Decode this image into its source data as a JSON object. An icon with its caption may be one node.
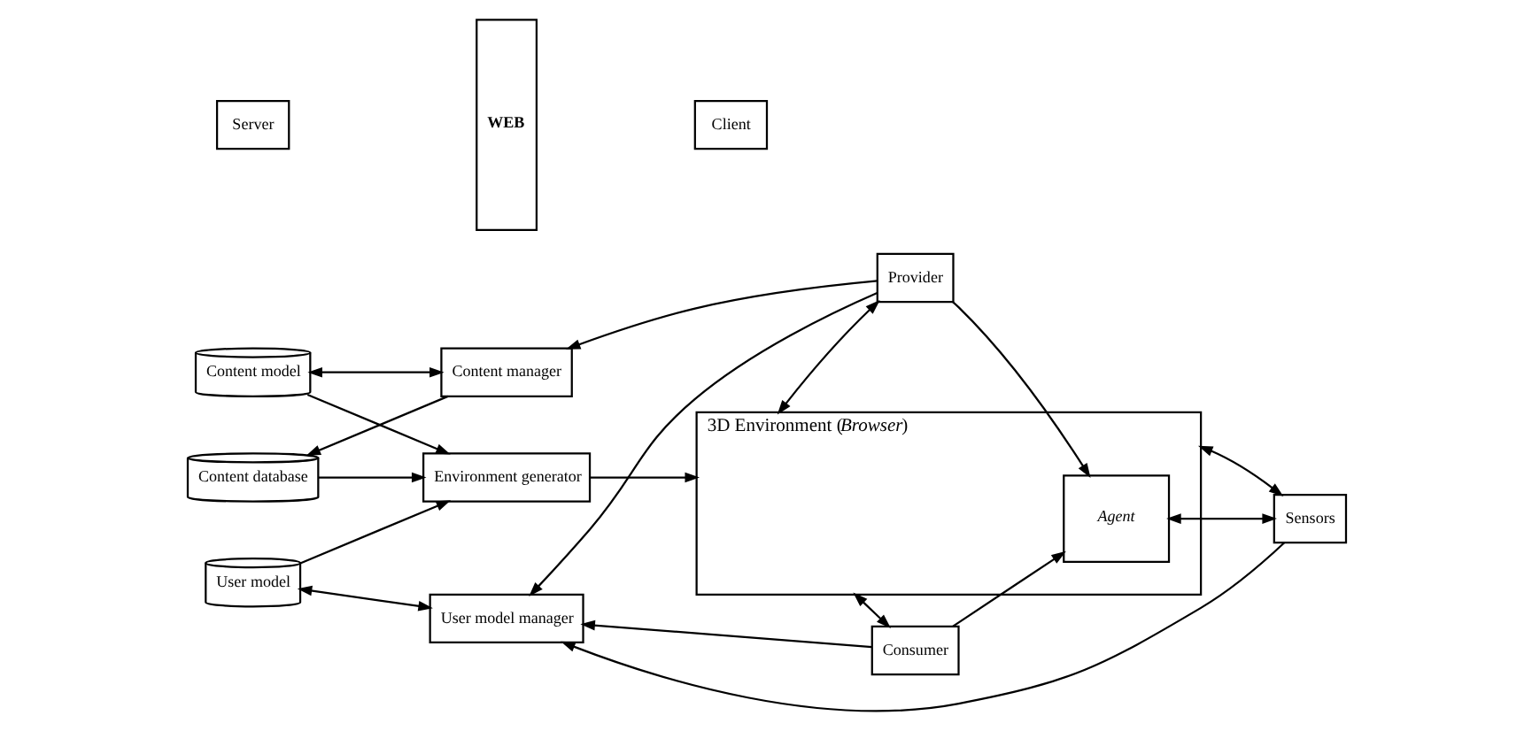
{
  "diagram": {
    "nodes": [
      {
        "text": [
          "Content model"
        ]
      },
      {
        "text": [
          "Content manager"
        ]
      },
      {
        "text": [
          "Content database"
        ]
      },
      {
        "text": [
          "Environment generator"
        ]
      },
      {
        "text": [
          "User model"
        ]
      },
      {
        "text": [
          "User model manager"
        ]
      },
      {
        "text": [
          "WEB"
        ]
      },
      {
        "text": [
          "3D Environment (*Browser*)"
        ]
      },
      {
        "text": [
          "Agent"
        ],
        "in": 7
      },
      {
        "text": [
          "Provider"
        ]
      },
      {
        "text": [
          "Consumer"
        ]
      },
      {
        "text": [
          "Sensors"
        ]
      },
      {
        "text": [
          "Server"
        ]
      },
      {
        "text": [
          "Client"
        ]
      }
    ],
    "edges": [
      {
        "from": 0,
        "to": 1,
        "arrow": "both"
      },
      {
        "from": 0,
        "to": 3,
        "arrow": "to"
      },
      {
        "from": 1,
        "to": 2,
        "arrow": "to"
      },
      {
        "from": 2,
        "to": 3,
        "arrow": "to"
      },
      {
        "from": 4,
        "to": 3,
        "arrow": "to"
      },
      {
        "from": 4,
        "to": 5,
        "arrow": "both"
      },
      {
        "from": 3,
        "to": 7,
        "arrow": "to"
      },
      {
        "from": 9,
        "to": 1,
        "arrow": "to"
      },
      {
        "from": 7,
        "to": 9,
        "arrow": "both"
      },
      {
        "from": 9,
        "to": 8,
        "arrow": "to"
      },
      {
        "from": 10,
        "to": 8,
        "arrow": "to"
      },
      {
        "from": 7,
        "to": 10,
        "arrow": "both"
      },
      {
        "from": 8,
        "to": 11,
        "arrow": "both"
      },
      {
        "from": 7,
        "to": 11,
        "arrow": "both"
      },
      {
        "from": 11,
        "to": 5,
        "arrow": "to"
      },
      {
        "from": 10,
        "to": 5,
        "arrow": "to"
      },
      {
        "from": 9,
        "to": 5,
        "arrow": "to"
      }
    ]
  }
}
